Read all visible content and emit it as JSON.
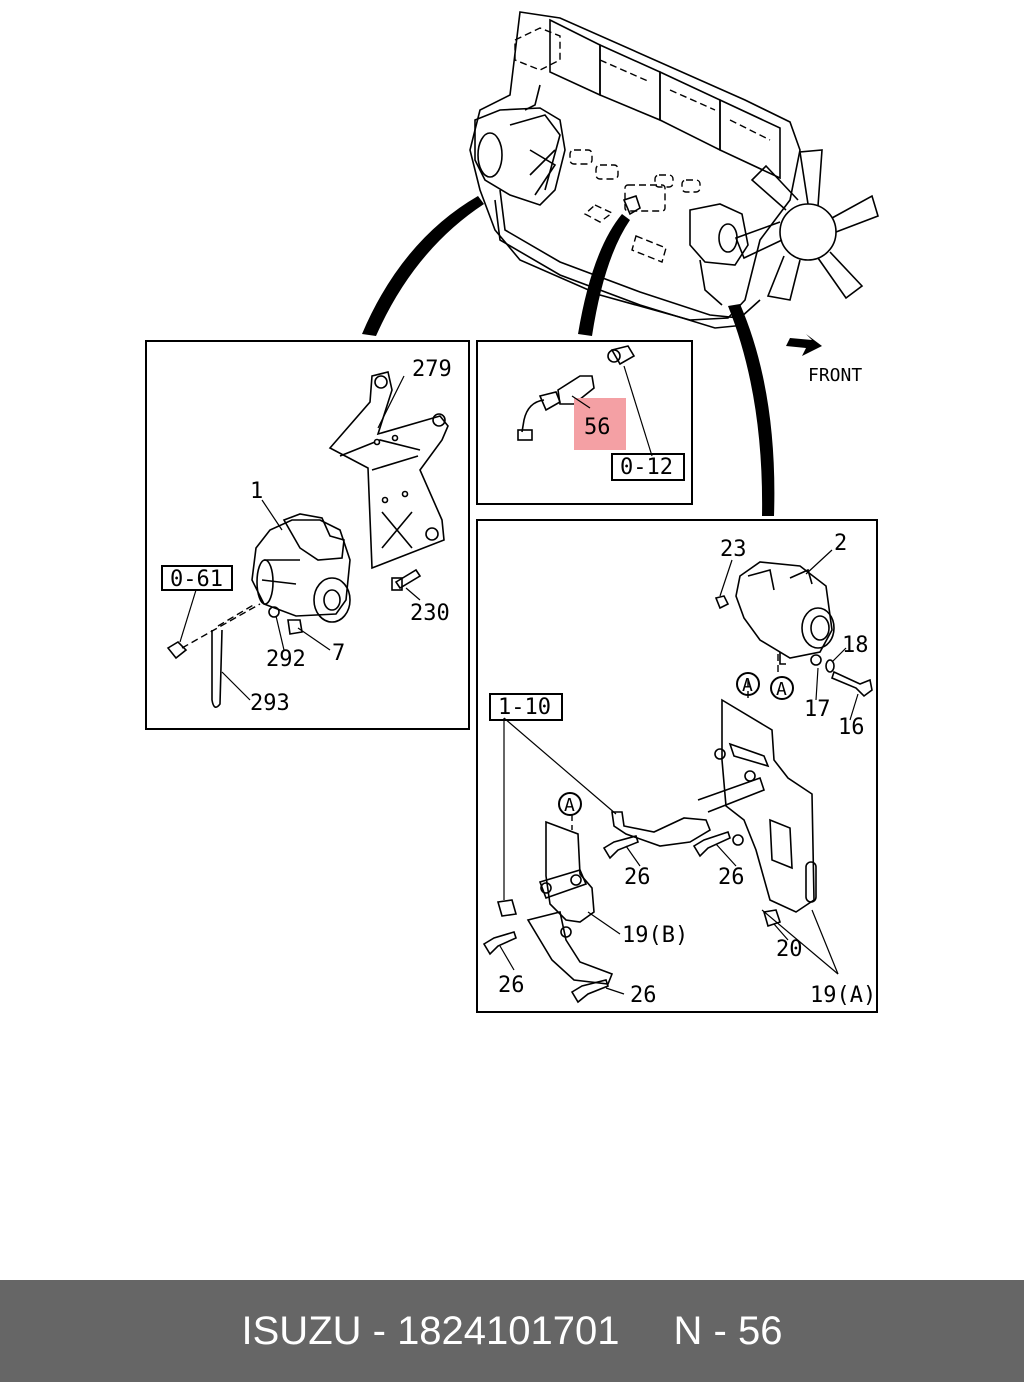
{
  "front_label": "FRONT",
  "callouts": {
    "c279": "279",
    "c1": "1",
    "c0_61": "0-61",
    "c230": "230",
    "c292": "292",
    "c7": "7",
    "c293": "293",
    "c56": "56",
    "c0_12": "0-12",
    "c23": "23",
    "c2": "2",
    "c18": "18",
    "c17": "17",
    "c16": "16",
    "cA1": "A",
    "cA2": "A",
    "cA3": "A",
    "c1_10": "1-10",
    "c26a": "26",
    "c26b": "26",
    "c26c": "26",
    "c26d": "26",
    "c19b": "19(B)",
    "c20": "20",
    "c19a": "19(A)"
  },
  "footer": {
    "brand_part": "ISUZU - 1824101701",
    "page_ref": "N - 56"
  },
  "colors": {
    "highlight": "#f4a0a4",
    "footer_bg": "#666666"
  }
}
